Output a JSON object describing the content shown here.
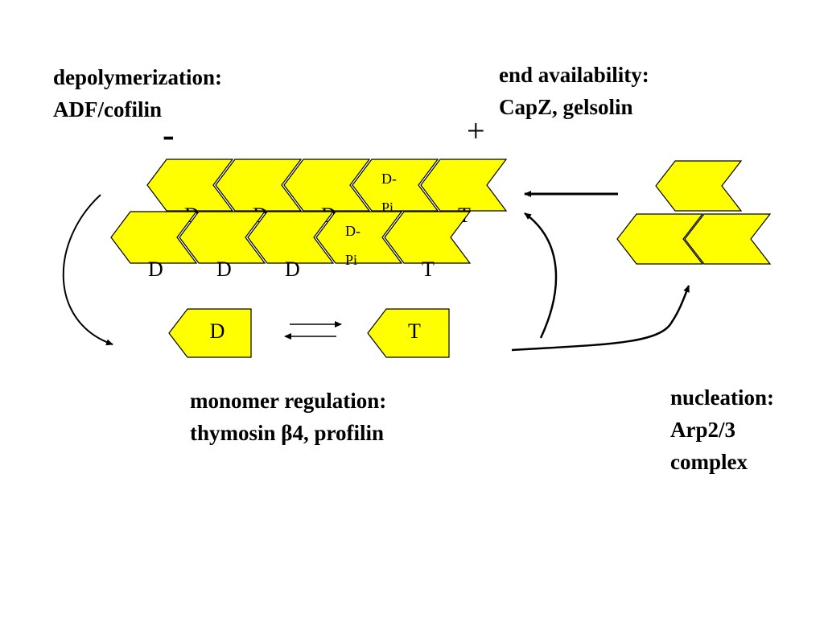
{
  "labels": {
    "depolymerization": {
      "line1": "depolymerization:",
      "line2": "ADF/cofilin"
    },
    "end_availability": {
      "line1": "end availability:",
      "line2": "CapZ, gelsolin"
    },
    "monomer_regulation": {
      "line1": "monomer regulation:",
      "line2": "thymosin β4, profilin"
    },
    "nucleation": {
      "line1": "nucleation:",
      "line2": "Arp2/3",
      "line3": "complex"
    }
  },
  "ends": {
    "minus": "-",
    "plus": "+"
  },
  "filament": {
    "top_row": [
      "D",
      "D",
      "D",
      "D-Pi",
      "T"
    ],
    "bottom_row": [
      "D",
      "D",
      "D",
      "D-Pi",
      "T"
    ]
  },
  "monomers": {
    "adp": "D",
    "atp": "T"
  },
  "colors": {
    "subunit_fill": "#ffff00",
    "stroke": "#000000",
    "background": "#ffffff"
  }
}
